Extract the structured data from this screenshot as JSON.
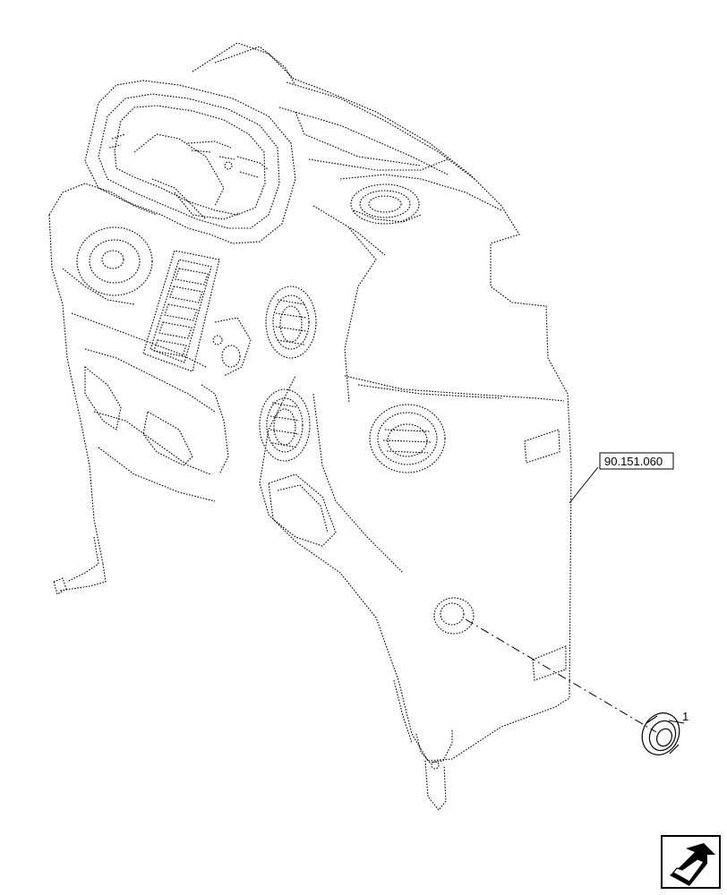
{
  "diagram": {
    "reference_label": "90.151.060",
    "callouts": [
      {
        "number": "1",
        "part": "grommet"
      }
    ]
  },
  "navigation": {
    "icon": "next-page-arrow-icon"
  }
}
